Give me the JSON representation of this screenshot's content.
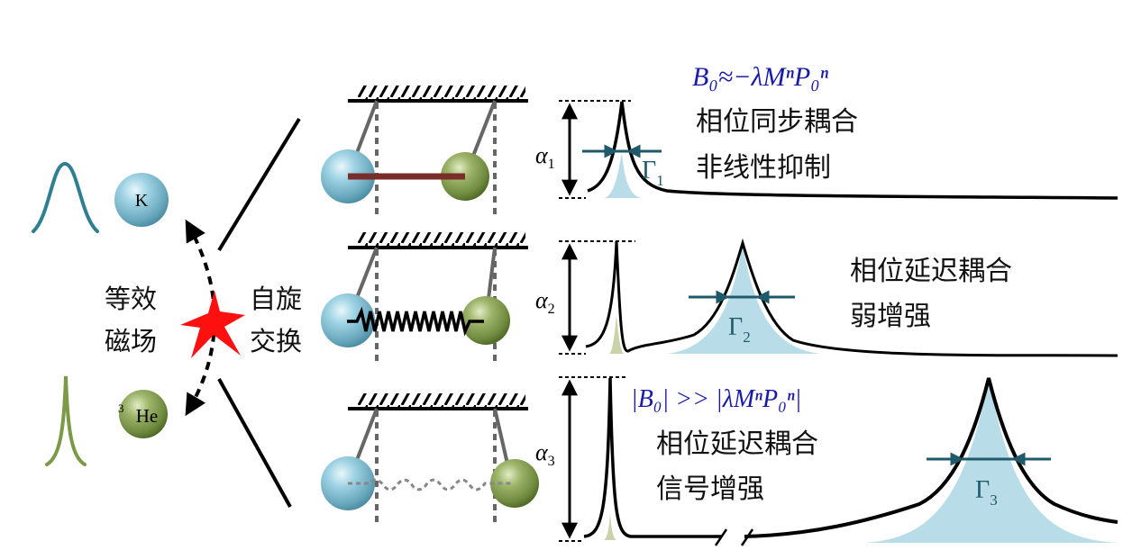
{
  "colors": {
    "k_atom": "#8cc8dc",
    "he_atom": "#8ea55a",
    "k_line": "#2f7f92",
    "he_line": "#7a9a45",
    "star": "#ff1010",
    "bar": "#7a2e2a",
    "arrow_teal": "#1f5a6b",
    "peak_fill": "#b9dde8",
    "formula_blue": "#1a1aa8"
  },
  "left": {
    "k_atom_label": "K",
    "he_atom_label_sup": "3",
    "he_atom_label": "He",
    "effective_field_line1": "等效",
    "effective_field_line2": "磁场",
    "spin_exchange_line1": "自旋",
    "spin_exchange_line2": "交换"
  },
  "panels": [
    {
      "coupling": "rigid-rod",
      "alpha_symbol": "α",
      "alpha_sub": "1",
      "gamma_symbol": "Γ",
      "gamma_sub": "1",
      "formula": "B₀≈−λMⁿP₀ⁿ",
      "text_line1": "相位同步耦合",
      "text_line2": "非线性抑制"
    },
    {
      "coupling": "spring",
      "alpha_symbol": "α",
      "alpha_sub": "2",
      "gamma_symbol": "Γ",
      "gamma_sub": "2",
      "formula": "",
      "text_line1": "相位延迟耦合",
      "text_line2": "弱增强"
    },
    {
      "coupling": "weak-spring",
      "alpha_symbol": "α",
      "alpha_sub": "3",
      "gamma_symbol": "Γ",
      "gamma_sub": "3",
      "formula": "|B₀| >> |λMⁿP₀ⁿ|",
      "text_line1": "相位延迟耦合",
      "text_line2": "信号增强"
    }
  ]
}
